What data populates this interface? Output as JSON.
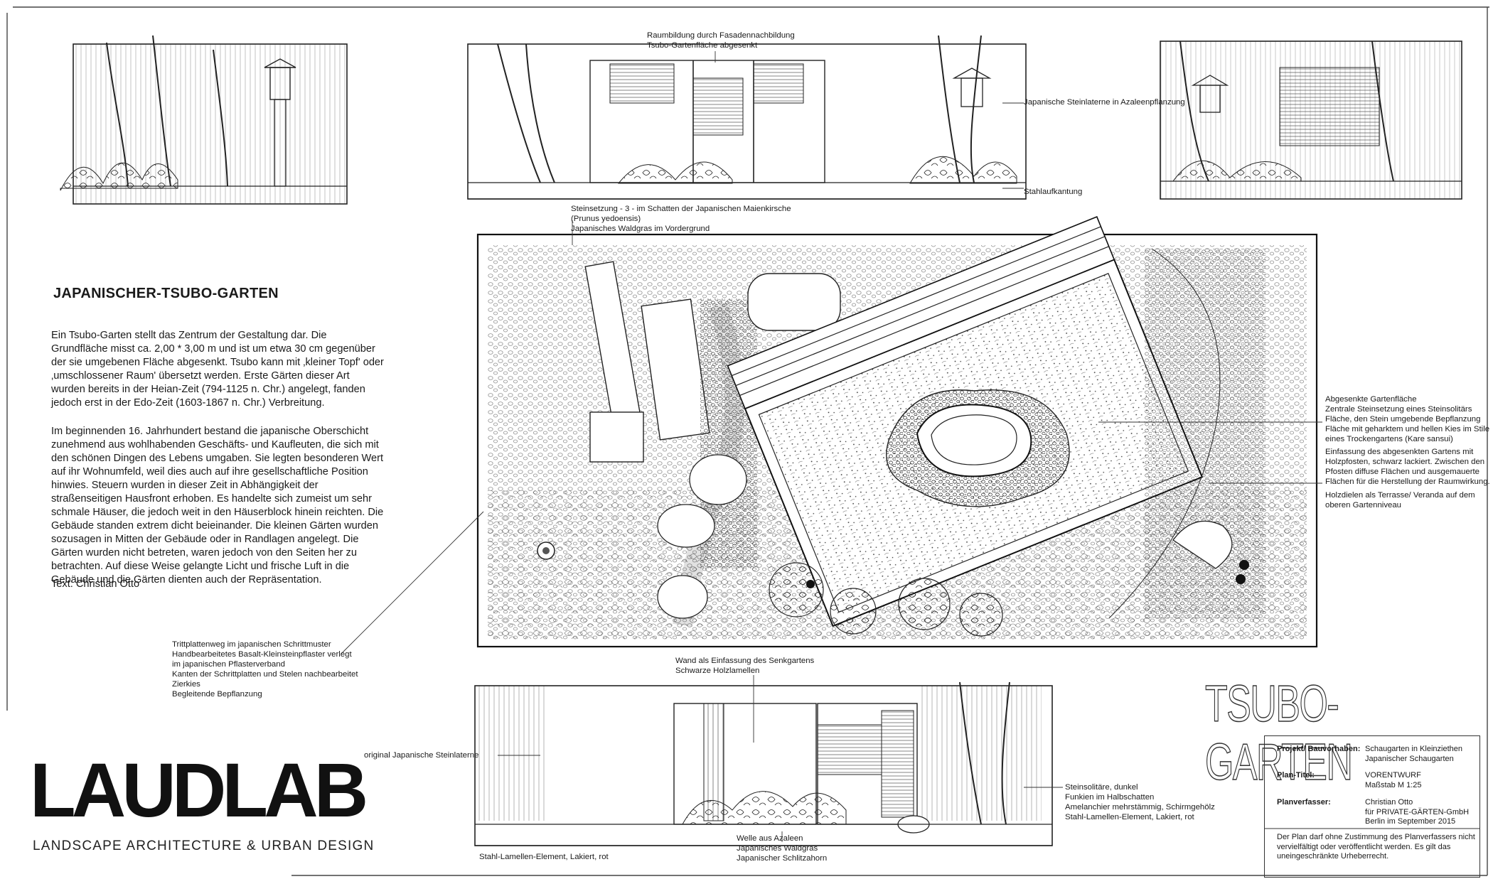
{
  "intro": {
    "title": "JAPANISCHER-TSUBO-GARTEN",
    "paragraph1": "Ein Tsubo-Garten stellt das Zentrum der Gestaltung dar. Die Grundfläche misst ca. 2,00 * 3,00 m und ist um etwa 30 cm gegenüber der sie umgebenen Fläche abgesenkt. Tsubo kann mit ‚kleiner Topf' oder ‚umschlossener Raum' übersetzt werden. Erste Gärten dieser Art wurden bereits in der Heian-Zeit (794-1125 n. Chr.) angelegt, fanden jedoch erst in der Edo-Zeit (1603-1867 n. Chr.) Verbreitung.",
    "paragraph2": "Im beginnenden 16. Jahrhundert bestand die japanische Oberschicht zunehmend aus wohlhabenden Geschäfts- und Kaufleuten, die sich mit den schönen Dingen des Lebens umgaben. Sie legten besonderen Wert auf ihr Wohnumfeld, weil dies auch auf ihre gesellschaftliche Position hinwies. Steuern wurden in dieser Zeit in Abhängigkeit der straßenseitigen Hausfront erhoben. Es handelte sich zumeist um sehr schmale Häuser, die jedoch weit in den Häuserblock hinein reichten. Die Gebäude standen extrem dicht beieinander. Die kleinen Gärten wurden sozusagen in Mitten der Gebäude oder in Randlagen angelegt. Die Gärten wurden nicht betreten, waren jedoch von den Seiten her zu betrachten. Auf diese Weise gelangte Licht und frische Luft in die Gebäude und die Gärten dienten auch der Repräsentation.",
    "credit": "Text: Christian Otto"
  },
  "labels": {
    "fassade": "Raumbildung durch Fasadennachbildung\nTsubo-Gartenfläche abgesenkt",
    "steinlaterne_azalee": "Japanische Steinlaterne in Azaleenpflanzung",
    "stahlkantung": "Stahlaufkantung",
    "steinsetzung": "Steinsetzung - 3 - im Schatten der Japanischen Maienkirsche\n(Prunus yedoensis)\nJapanisches Waldgras im Vordergrund",
    "gartenflaeche": "Abgesenkte Gartenfläche\nZentrale Steinsetzung eines Steinsolitärs\nFläche, den Stein umgebende Bepflanzung\nFläche mit geharktem und hellen Kies im Stile\neines Trockengartens (Kare sansui)",
    "einfassung": "Einfassung des abgesenkten Gartens mit\nHolzpfosten, schwarz lackiert. Zwischen den\nPfosten diffuse Flächen und ausgemauerte\nFlächen für die Herstellung der Raumwirkung.",
    "holzdielen": "Holzdielen als Terrasse/ Veranda auf dem\noberen Gartenniveau",
    "trittplatten": "Trittplattenweg im japanischen Schrittmuster\nHandbearbeitetes Basalt-Kleinsteinpflaster verlegt\nim japanischen Pflasterverband\nKanten der Schrittplatten  und Stelen nachbearbeitet\nZierkies\nBegleitende Bepflanzung",
    "wand": "Wand als Einfassung des Senkgartens\nSchwarze Holzlamellen",
    "steinlaterne_original": "original Japanische Steinlaterne",
    "steinsolitaere": "Steinsolitäre, dunkel\nFunkien im Halbschatten\nAmelanchier mehrstämmig, Schirmgehölz\nStahl-Lamellen-Element, Lakiert, rot",
    "welle": "Welle aus Azaleen\nJapanisches Waldgras\nJapanischer Schlitzahorn",
    "stahl_lamellen": "Stahl-Lamellen-Element, Lakiert, rot"
  },
  "big_title": "TSUBO-GARTEN",
  "logo": {
    "wordmark": "LAUDLAB",
    "subtitle": "LANDSCAPE ARCHITECTURE & URBAN DESIGN"
  },
  "titleblock": {
    "projekt_key": "Projekt/ Bauvorhaben:",
    "projekt_val": "Schaugarten in Kleinziethen\nJapanischer Schaugarten",
    "plan_key": "Plan-Titel:",
    "plan_val": "VORENTWURF\nMaßstab M 1:25",
    "planverfasser_key": "Planverfasser:",
    "planverfasser_val": "Christian Otto\nfür PRIVATE-GÄRTEN-GmbH\nBerlin im September 2015",
    "note": "Der Plan darf ohne Zustimmung des Planverfassers nicht vervielfältigt oder veröffentlicht werden. Es gilt das uneingeschränkte Urheberrecht."
  },
  "colors": {
    "ink": "#1a1a1a",
    "paper": "#ffffff"
  }
}
